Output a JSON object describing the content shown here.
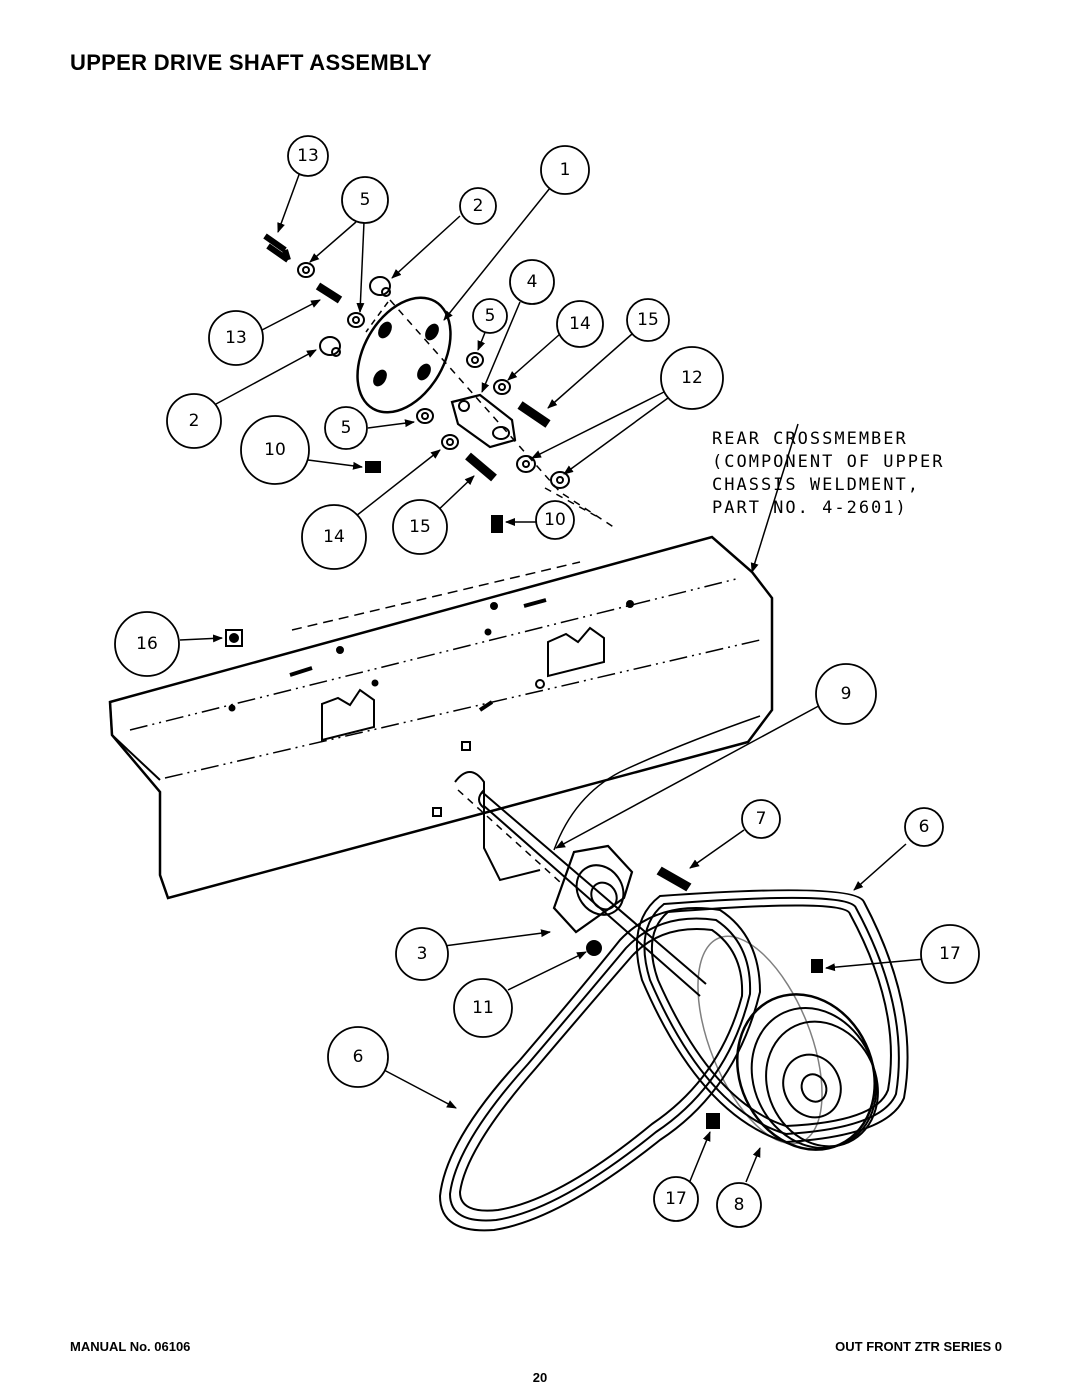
{
  "page": {
    "title": "UPPER DRIVE SHAFT ASSEMBLY",
    "manual": "MANUAL No. 06106",
    "series": "OUT FRONT ZTR SERIES 0",
    "page_number": "20"
  },
  "note": {
    "lines": [
      "REAR CROSSMEMBER",
      "(COMPONENT OF UPPER",
      "CHASSIS WELDMENT,",
      "PART NO. 4-2601)"
    ]
  },
  "callouts": {
    "c13a": "13",
    "c5a": "5",
    "c2a": "2",
    "c1": "1",
    "c4": "4",
    "c13b": "13",
    "c5b": "5",
    "c14a": "14",
    "c15a": "15",
    "c12": "12",
    "c2b": "2",
    "c5c": "5",
    "c10a": "10",
    "c10b": "10",
    "c14b": "14",
    "c15b": "15",
    "c16": "16",
    "c9": "9",
    "c7": "7",
    "c6a": "6",
    "c3": "3",
    "c17a": "17",
    "c11": "11",
    "c6b": "6",
    "c17b": "17",
    "c8": "8"
  }
}
